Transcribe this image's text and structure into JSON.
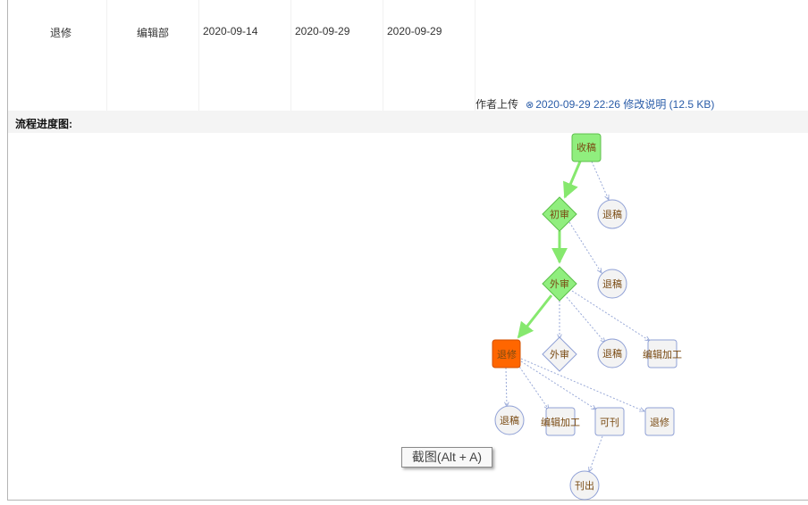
{
  "table_row": {
    "cells": [
      "退修",
      "编辑部",
      "2020-09-14",
      "2020-09-29",
      "2020-09-29"
    ]
  },
  "upload": {
    "author_label": "作者上传",
    "icon": "paperclip-icon",
    "link_text": "2020-09-29 22:26 修改说明 (12.5 KB)"
  },
  "section": {
    "title": "流程进度图:"
  },
  "flow": {
    "nodes": {
      "receive": "收稿",
      "initial_review": "初审",
      "reject_1": "退稿",
      "external_review": "外审",
      "reject_2": "退稿",
      "revise": "退修",
      "external_review_2": "外审",
      "reject_3": "退稿",
      "edit_process": "编辑加工",
      "reject_4": "退稿",
      "edit_process_2": "编辑加工",
      "publishable": "可刊",
      "revise_2": "退修",
      "published": "刊出"
    },
    "colors": {
      "done_fill": "#90ee7e",
      "current_fill": "#ff6600",
      "pending_fill": "#f3f3f3",
      "active_edge": "#86e86e",
      "pending_edge": "#9aaad8",
      "label_text": "#7a4b13"
    }
  },
  "tooltip": {
    "text": "截图(Alt + A)"
  }
}
